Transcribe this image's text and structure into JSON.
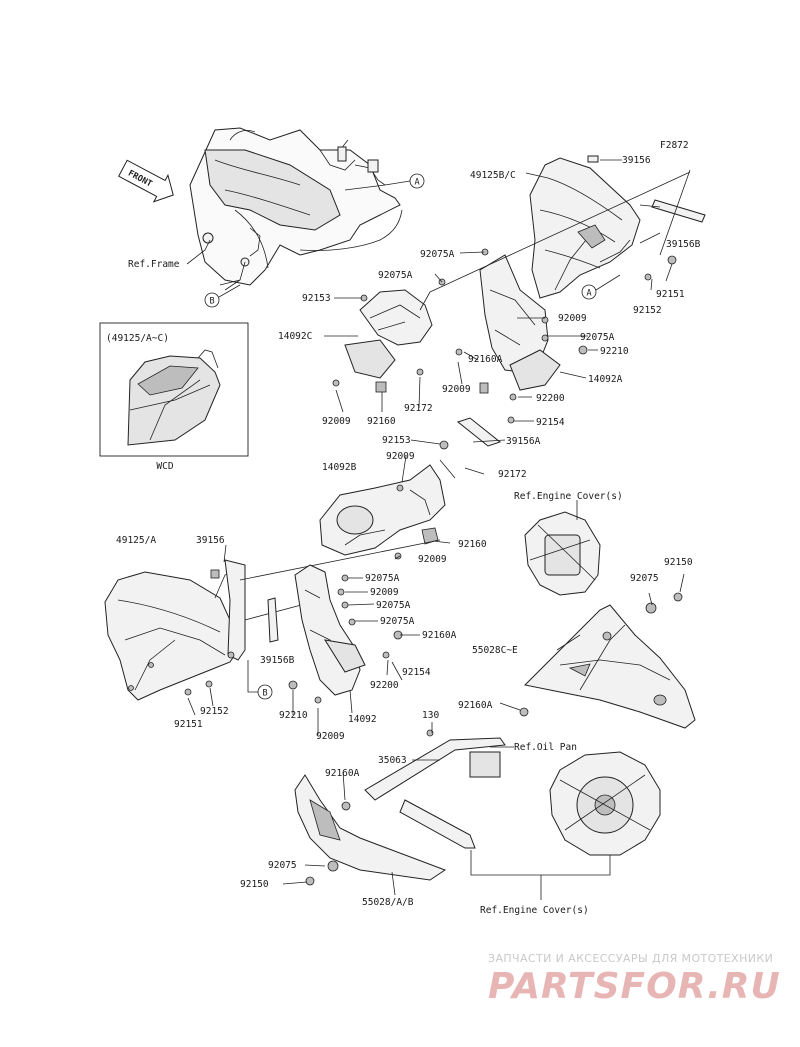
{
  "diagram_code": "F2872",
  "front_label": "FRONT",
  "callouts": {
    "a": "A",
    "b": "B"
  },
  "inset": {
    "title": "(49125/A~C)",
    "caption": "WCD"
  },
  "refs": {
    "frame": "Ref.Frame",
    "engine_cover_top": "Ref.Engine Cover(s)",
    "engine_cover_bottom": "Ref.Engine Cover(s)",
    "oil_pan": "Ref.Oil Pan"
  },
  "part_numbers": {
    "p39156_top": "39156",
    "p49125bc": "49125B/C",
    "p39156b_top": "39156B",
    "p92075a_1": "92075A",
    "p92075a_2": "92075A",
    "p92153_1": "92153",
    "p14092c": "14092C",
    "p92009_1": "92009",
    "p92075a_3": "92075A",
    "p92210_top": "92210",
    "p92160a_1": "92160A",
    "p14092a": "14092A",
    "p92009_2": "92009",
    "p92200_top": "92200",
    "p92154_top": "92154",
    "p92151_top": "92151",
    "p92152_top": "92152",
    "p92009_3": "92009",
    "p92160_1": "92160",
    "p92172_1": "92172",
    "p92153_2": "92153",
    "p39156a": "39156A",
    "p92009_4": "92009",
    "p14092b": "14092B",
    "p92172_2": "92172",
    "p49125a": "49125/A",
    "p39156_mid": "39156",
    "p92160_2": "92160",
    "p92009_5": "92009",
    "p92075a_4": "92075A",
    "p92009_6": "92009",
    "p92075a_5": "92075A",
    "p92075a_6": "92075A",
    "p92160a_2": "92160A",
    "p39156b_mid": "39156B",
    "p92154_mid": "92154",
    "p92200_mid": "92200",
    "p92210_mid": "92210",
    "p14092": "14092",
    "p92009_7": "92009",
    "p92152_mid": "92152",
    "p92151_mid": "92151",
    "p92075_right": "92075",
    "p92150_right": "92150",
    "p55028ce": "55028C~E",
    "p92160a_3": "92160A",
    "p130": "130",
    "p35063": "35063",
    "p92160a_4": "92160A",
    "p92075_bottom": "92075",
    "p92150_bottom": "92150",
    "p55028ab": "55028/A/B"
  },
  "watermark": {
    "tagline": "ЗАПЧАСТИ И АКСЕССУАРЫ ДЛЯ МОТОТЕХНИКИ",
    "brand": "PARTSFOR.RU",
    "brand_color": "#e8b5b5"
  }
}
